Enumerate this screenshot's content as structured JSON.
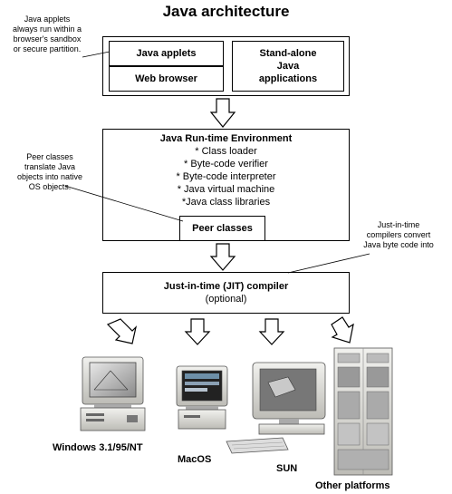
{
  "title": "Java architecture",
  "notes": {
    "applets": [
      "Java applets",
      "always run within a",
      "browser's sandbox",
      "or secure partition."
    ],
    "peer": [
      "Peer classes",
      "translate Java",
      "objects into native",
      "OS objects."
    ],
    "jit": [
      "Just-in-time",
      "compilers convert",
      "Java byte code into"
    ]
  },
  "top": {
    "applets": "Java applets",
    "browser": "Web browser",
    "standalone": [
      "Stand-alone",
      "Java",
      "applications"
    ]
  },
  "jre": {
    "title": "Java Run-time Environment",
    "items": [
      "* Class loader",
      "* Byte-code verifier",
      "* Byte-code interpreter",
      "* Java virtual machine",
      "*Java class libraries"
    ],
    "peer": "Peer classes"
  },
  "jit": {
    "title": "Just-in-time (JIT) compiler",
    "sub": "(optional)"
  },
  "platforms": [
    "Windows 3.1/95/NT",
    "MacOS",
    "SUN",
    "Other platforms"
  ]
}
